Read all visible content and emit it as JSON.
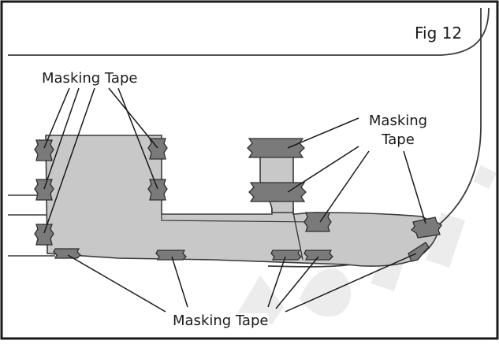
{
  "figure": {
    "number_label": "Fig 12",
    "labels": {
      "top_left": "Masking Tape",
      "right_upper": "Masking\nTape",
      "bottom": "Masking Tape"
    }
  },
  "colors": {
    "frame": "#1a1a1a",
    "piece_fill": "#c8c8c8",
    "tape_fill": "#7a7a7a",
    "tape_line": "#2e2e2e",
    "outline": "#3a3a3a",
    "watermark": "#eeeeee"
  }
}
